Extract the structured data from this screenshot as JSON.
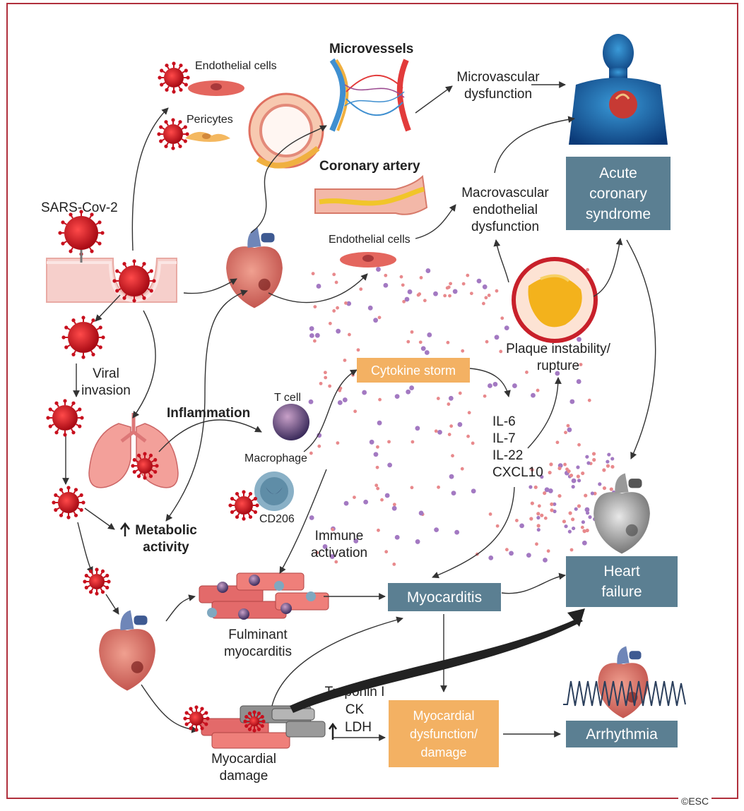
{
  "labels": {
    "microvessels": "Microvessels",
    "endothelial_cells_top": "Endothelial cells",
    "pericytes": "Pericytes",
    "microvascular_dysfunction": [
      "Microvascular",
      "dysfunction"
    ],
    "coronary_artery": "Coronary artery",
    "sars_cov_2": "SARS-Cov-2",
    "endothelial_cells_mid": "Endothelial cells",
    "macrovascular": [
      "Macrovascular",
      "endothelial",
      "dysfunction"
    ],
    "viral_invasion": [
      "Viral",
      "invasion"
    ],
    "plaque": [
      "Plaque instability/",
      "rupture"
    ],
    "inflammation": "Inflammation",
    "t_cell": "T cell",
    "macrophage": "Macrophage",
    "cd206": "CD206",
    "cytokines": [
      "IL-6",
      "IL-7",
      "IL-22",
      "CXCL10"
    ],
    "metabolic_activity": [
      "Metabolic",
      "activity"
    ],
    "immune_activation": [
      "Immune",
      "activation"
    ],
    "fulminant": [
      "Fulminant",
      "myocarditis"
    ],
    "biomarkers": [
      "Troponin I",
      "CK",
      "LDH"
    ],
    "myocardial_damage": [
      "Myocardial",
      "damage"
    ]
  },
  "boxes": {
    "acs": [
      "Acute",
      "coronary",
      "syndrome"
    ],
    "cytokine_storm": "Cytokine storm",
    "myocarditis": "Myocarditis",
    "heart_failure": [
      "Heart",
      "failure"
    ],
    "myocardial_dysfunction": [
      "Myocardial",
      "dysfunction/",
      "damage"
    ],
    "arrhythmia": "Arrhythmia"
  },
  "colors": {
    "outcome_box": "#5b7f92",
    "mechanism_box": "#f3b163",
    "virus": "#c8101e",
    "frame": "#b0303c"
  },
  "icons": [
    "virus-icon",
    "heart-icon",
    "lungs-icon",
    "human-torso-icon",
    "t-cell-icon",
    "macrophage-icon",
    "plaque-icon",
    "ecg-trace-icon"
  ],
  "copyright": "©ESC"
}
